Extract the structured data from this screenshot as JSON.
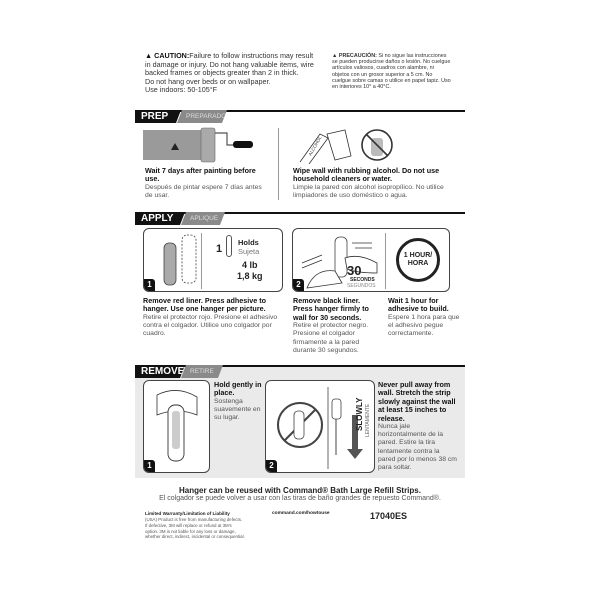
{
  "caution": {
    "label": "CAUTION:",
    "text": "Failure to follow instructions may result in damage or injury. Do not hang valuable items, wire backed frames or objects greater than 2 in thick.",
    "line2": "Do not hang over beds or on wallpaper.",
    "line3": "Use indoors: 50-105°F"
  },
  "precaucion": {
    "label": "PRECAUCIÓN:",
    "text": "Si no sigue las instrucciones se pueden producirse daños o lesión. No cuelgue artículos valiosos, cuadros con alambre, ni objetos con un grosor superior a 5 cm. No cuelgue sobre camas o utilice en papel tapiz. Uso en interiores 10° a 40°C."
  },
  "prep": {
    "title": "PREP",
    "title_es": "PREPARADO",
    "step1": {
      "en": "Wait 7 days after painting before use.",
      "es": "Después de pintar espere 7 días antes de usar."
    },
    "step2": {
      "en": "Wipe wall with rubbing alcohol. Do not use household cleaners or water.",
      "es": "Limpie la pared con alcohol isopropílico. No utilice limpiadores de uso doméstico o agua.",
      "bottle_label": "ALCOHOL"
    }
  },
  "apply": {
    "title": "APPLY",
    "title_es": "APLIQUE",
    "step1": {
      "number": "1",
      "holds_count": "1",
      "holds": "Holds",
      "holds_es": "Sujeta",
      "weight_lb": "4 lb",
      "weight_kg": "1,8 kg",
      "en": "Remove red liner. Press adhesive to hanger. Use one hanger per picture.",
      "es": "Retire el protector rojo. Presione el adhesivo contra el colgador. Utilice uno colgador por cuadro."
    },
    "step2": {
      "number": "2",
      "seconds": "30",
      "seconds_label": "SECONDS",
      "seconds_es": "SEGUNDOS",
      "en": "Remove black liner. Press hanger firmly to wall for 30 seconds.",
      "es": "Retire el protector negro. Presione el colgador firmamente a la pared durante 30 segundos."
    },
    "step3": {
      "clock": "1 HOUR/",
      "clock_es": "HORA",
      "en": "Wait 1 hour for adhesive to build.",
      "es": "Espere 1 hora para que el adhesivo pegue correctamente."
    }
  },
  "remove": {
    "title": "REMOVE",
    "title_es": "RETIRE",
    "step1": {
      "number": "1",
      "en": "Hold gently in place.",
      "es": "Sostenga suavemente en su lugar."
    },
    "step2": {
      "number": "2",
      "slowly": "SLOWLY",
      "slowly_es": "LENTAMENTE",
      "en": "Never pull away from wall. Stretch the strip slowly against the wall at least 15 inches to release.",
      "es": "Nunca jale horizontalmente de la pared. Estire la tira lentamente contra la pared por lo menos 38 cm para soltar."
    }
  },
  "footer": {
    "reuse_en": "Hanger can be reused with Command® Bath Large Refill Strips.",
    "reuse_es": "El colgador se puede volver a usar con las tiras de baño grandes de repuesto Command®.",
    "warranty_title": "Limited Warranty/Limitation of Liability",
    "warranty_text": "(USA) Product is free from manufacturing defects. If defective, 3M will replace or refund at 3M's option. 3M is not liable for any loss or damage, whether direct, indirect, incidental or consequential.",
    "url": "command.com/howtouse",
    "code": "17040ES"
  }
}
